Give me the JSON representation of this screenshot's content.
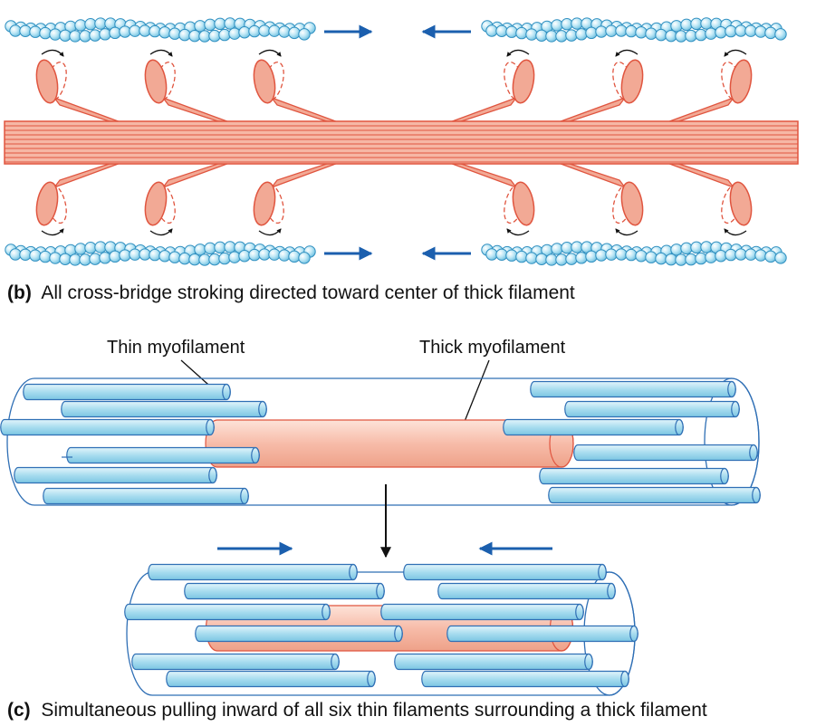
{
  "panel_b": {
    "letter": "(b)",
    "caption": "All cross-bridge stroking directed toward center of thick filament"
  },
  "panel_c": {
    "letter": "(c)",
    "caption": "Simultaneous pulling inward of all six thin filaments surrounding a thick filament",
    "label_thin": "Thin myofilament",
    "label_thick": "Thick myofilament"
  },
  "colors": {
    "actin_bead": "#a9dff0",
    "actin_outline": "#2f8fc0",
    "myosin_fill": "#f2a995",
    "myosin_line": "#e0553f",
    "arrow_blue": "#1b5fae",
    "cylinder_outline": "#2f6fb5",
    "thin_rod_fill": "#b9e3f2",
    "thick_rod_fill": "#f7bca9"
  }
}
